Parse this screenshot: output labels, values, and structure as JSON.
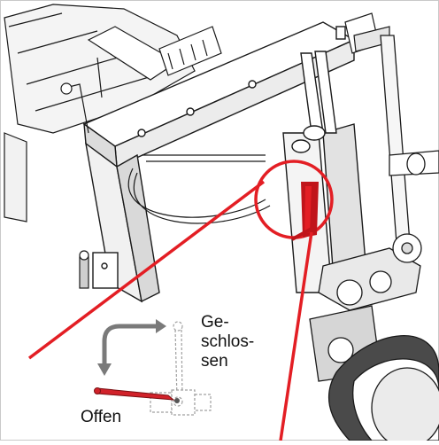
{
  "valve_diagram": {
    "label_closed_lines": [
      "Ge-",
      "schlos-",
      "sen"
    ],
    "label_open": "Offen"
  },
  "colors": {
    "highlight": "#e31e24",
    "line": "#1a1a1a",
    "border": "#c9c9c9"
  },
  "icons": [
    "curved-arrow-icon",
    "valve-handle-icon"
  ]
}
